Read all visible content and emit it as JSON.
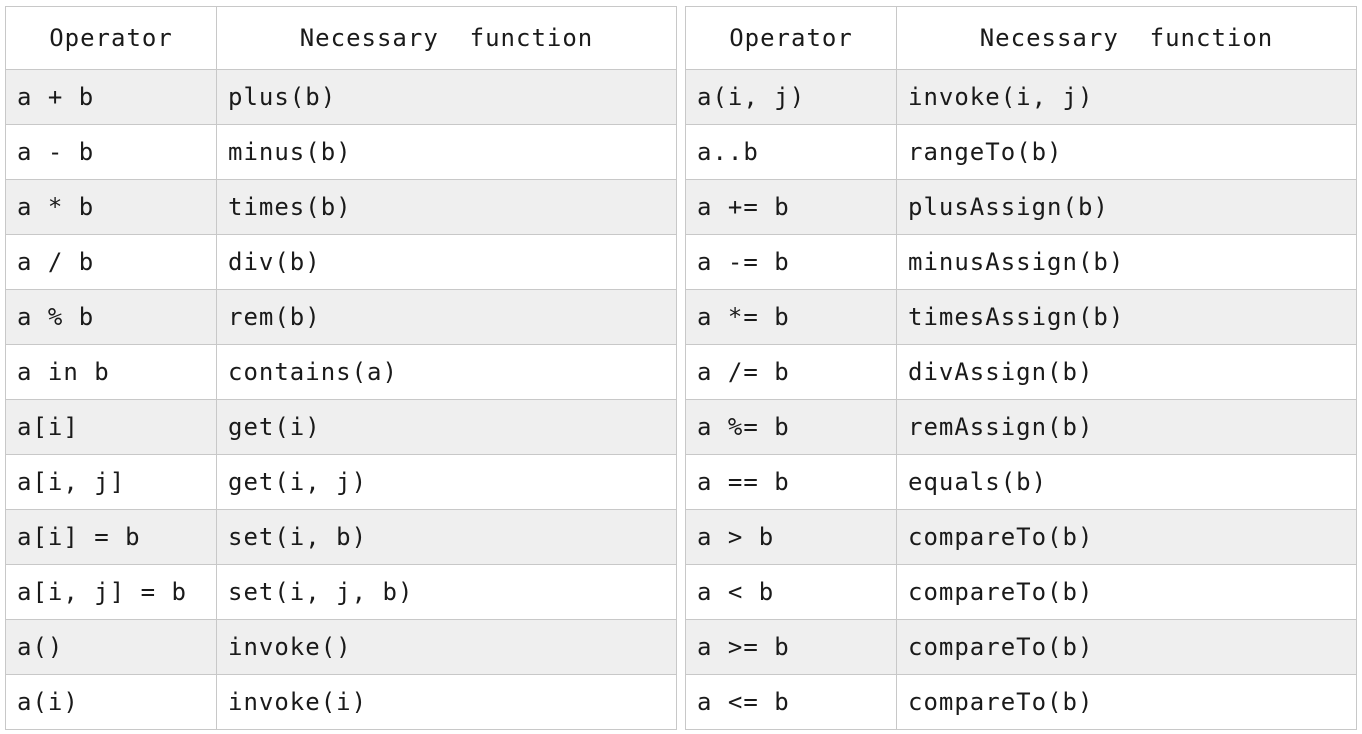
{
  "headers": {
    "operator": "Operator",
    "function": "Necessary  function"
  },
  "left_table": {
    "rows": [
      {
        "operator": "a + b",
        "function": "plus(b)"
      },
      {
        "operator": "a - b",
        "function": "minus(b)"
      },
      {
        "operator": "a * b",
        "function": "times(b)"
      },
      {
        "operator": "a / b",
        "function": "div(b)"
      },
      {
        "operator": "a % b",
        "function": "rem(b)"
      },
      {
        "operator": "a in b",
        "function": "contains(a)"
      },
      {
        "operator": "a[i]",
        "function": "get(i)"
      },
      {
        "operator": "a[i, j]",
        "function": "get(i, j)"
      },
      {
        "operator": "a[i] = b",
        "function": "set(i, b)"
      },
      {
        "operator": "a[i, j] = b",
        "function": "set(i, j, b)"
      },
      {
        "operator": "a()",
        "function": "invoke()"
      },
      {
        "operator": "a(i)",
        "function": "invoke(i)"
      }
    ]
  },
  "right_table": {
    "rows": [
      {
        "operator": "a(i, j)",
        "function": "invoke(i, j)"
      },
      {
        "operator": "a..b",
        "function": "rangeTo(b)"
      },
      {
        "operator": "a += b",
        "function": "plusAssign(b)"
      },
      {
        "operator": "a -= b",
        "function": "minusAssign(b)"
      },
      {
        "operator": "a *= b",
        "function": "timesAssign(b)"
      },
      {
        "operator": "a /= b",
        "function": "divAssign(b)"
      },
      {
        "operator": "a %= b",
        "function": "remAssign(b)"
      },
      {
        "operator": "a == b",
        "function": "equals(b)"
      },
      {
        "operator": "a > b",
        "function": "compareTo(b)"
      },
      {
        "operator": "a < b",
        "function": "compareTo(b)"
      },
      {
        "operator": "a >= b",
        "function": "compareTo(b)"
      },
      {
        "operator": "a <= b",
        "function": "compareTo(b)"
      }
    ]
  }
}
